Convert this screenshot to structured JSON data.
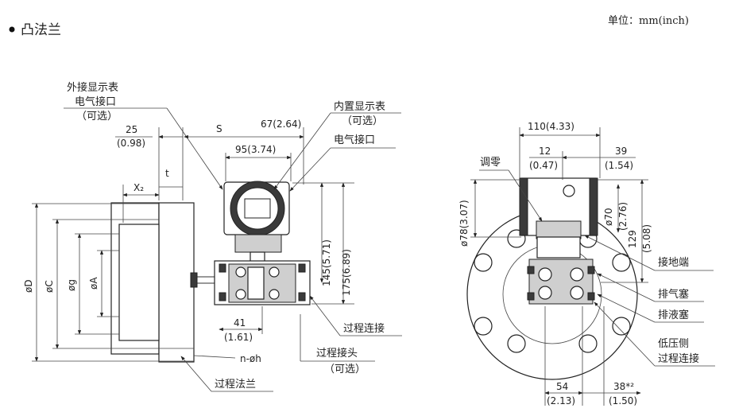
{
  "title": "凸法兰",
  "unit": "单位：mm(inch)",
  "left_view": {
    "callout_ext_display": [
      "外接显示表",
      "电气接口",
      "（可选）"
    ],
    "callout_int_display": [
      "内置显示表",
      "（可选）"
    ],
    "callout_elec": "电气接口",
    "dim_25": "25",
    "dim_25_in": "(0.98)",
    "dim_S": "S",
    "dim_67": "67(2.64)",
    "dim_95": "95(3.74)",
    "dim_x2": "X₂",
    "dim_t": "t",
    "dim_145": "145(5.71)",
    "dim_175": "175(6.89)",
    "dim_D": "øD",
    "dim_C": "øC",
    "dim_g": "øg",
    "dim_A": "øA",
    "dim_nh": "n-øh",
    "dim_41": "41",
    "dim_41_in": "(1.61)",
    "callout_proc_conn": "过程连接",
    "callout_proc_joint": [
      "过程接头",
      "（可选）"
    ],
    "callout_flange": "过程法兰"
  },
  "right_view": {
    "dim_110": "110(4.33)",
    "dim_12": "12",
    "dim_12_in": "(0.47)",
    "dim_39": "39",
    "dim_39_in": "(1.54)",
    "callout_zero": "调零",
    "dim_78": "ø78(3.07)",
    "dim_70": "ø70",
    "dim_276": "(2.76)",
    "dim_129": "129",
    "dim_508": "(5.08)",
    "callout_ground": "接地端",
    "callout_vent": "排气塞",
    "callout_drain": "排液塞",
    "callout_low": [
      "低压侧",
      "过程连接"
    ],
    "dim_54": "54",
    "dim_54_in": "(2.13)",
    "dim_38": "38*²",
    "dim_38_in": "(1.50)"
  }
}
